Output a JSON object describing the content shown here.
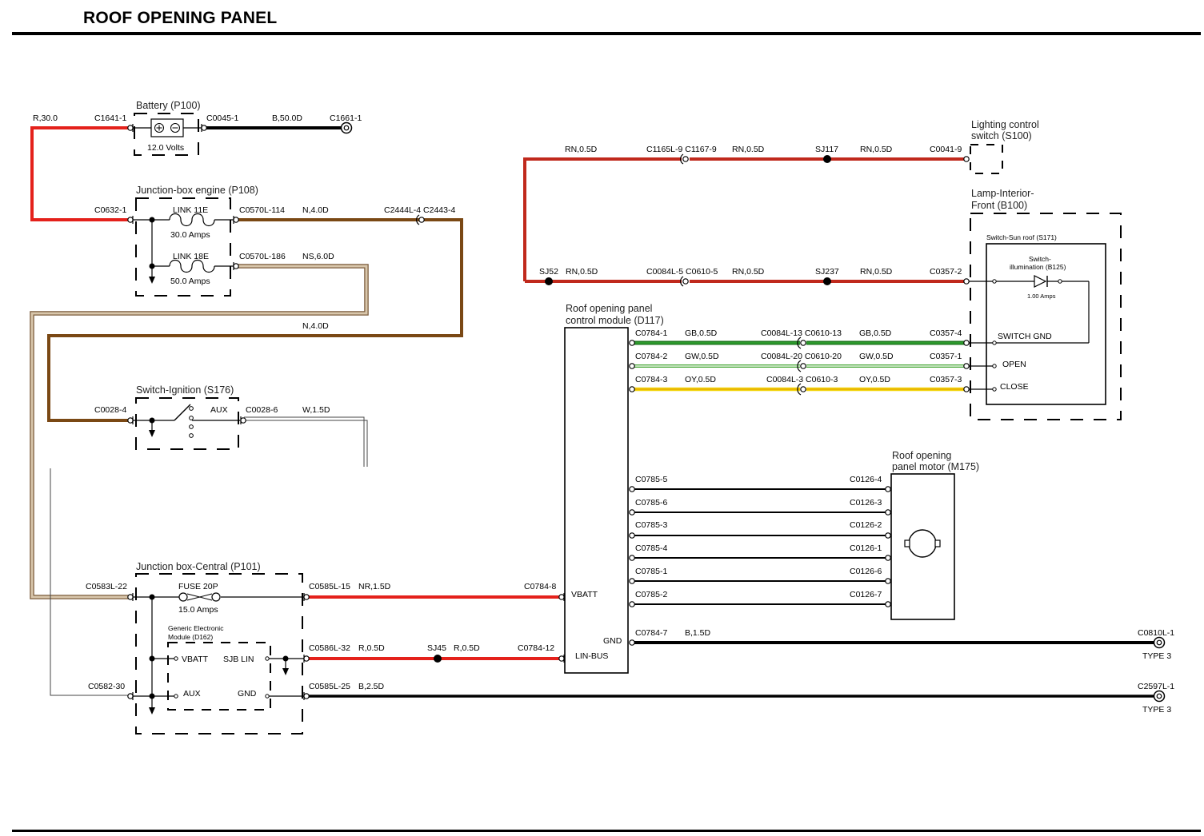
{
  "title": "ROOF OPENING PANEL",
  "components": {
    "battery": {
      "label": "Battery (P100)",
      "rating": "12.0 Volts"
    },
    "jb_engine": {
      "label": "Junction-box engine (P108)",
      "link1": "LINK 11E",
      "link1_rating": "30.0 Amps",
      "link2": "LINK 18E",
      "link2_rating": "50.0 Amps"
    },
    "ignition": {
      "label": "Switch-Ignition (S176)",
      "aux": "AUX"
    },
    "jb_central": {
      "label": "Junction box-Central (P101)",
      "fuse": "FUSE 20P",
      "fuse_rating": "15.0 Amps",
      "gem_line1": "Generic Electronic",
      "gem_line2": "Module (D162)",
      "vbatt": "VBATT",
      "sjb_lin": "SJB LIN",
      "aux": "AUX",
      "gnd": "GND"
    },
    "lighting_switch": {
      "line1": "Lighting control",
      "line2": "switch (S100)"
    },
    "lamp": {
      "line1": "Lamp-Interior-",
      "line2": "Front (B100)"
    },
    "sunroof_switch": {
      "label": "Switch-Sun roof (S171)",
      "illum_line1": "Switch-",
      "illum_line2": "illumination (B125)",
      "illum_rating": "1.00 Amps",
      "switch_gnd": "SWITCH GND",
      "open": "OPEN",
      "close": "CLOSE"
    },
    "control_module": {
      "line1": "Roof opening panel",
      "line2": "control module (D117)",
      "vbatt": "VBATT",
      "gnd": "GND",
      "linbus": "LIN-BUS"
    },
    "motor": {
      "line1": "Roof opening",
      "line2": "panel motor (M175)"
    }
  },
  "labels": {
    "r30": "R,30.0",
    "c1641_1": "C1641-1",
    "c0045_1": "C0045-1",
    "b50": "B,50.0D",
    "c1661_1": "C1661-1",
    "c0632_1": "C0632-1",
    "c0570l_114": "C0570L-114",
    "n4a": "N,4.0D",
    "c2444_2443": "C2444L-4 C2443-4",
    "c0570l_186": "C0570L-186",
    "ns6": "NS,6.0D",
    "n4b": "N,4.0D",
    "c0028_4": "C0028-4",
    "c0028_6": "C0028-6",
    "w15": "W,1.5D",
    "c0583l_22": "C0583L-22",
    "c0585l_15": "C0585L-15",
    "nr15": "NR,1.5D",
    "c0784_8": "C0784-8",
    "c0586l_32": "C0586L-32",
    "r05a": "R,0.5D",
    "sj45": "SJ45",
    "r05b": "R,0.5D",
    "c0784_12": "C0784-12",
    "c0582_30": "C0582-30",
    "c0585l_25": "C0585L-25",
    "b25": "B,2.5D",
    "rn_a": "RN,0.5D",
    "c1165_1167": "C1165L-9 C1167-9",
    "rn_b": "RN,0.5D",
    "sj117": "SJ117",
    "rn_c": "RN,0.5D",
    "c0041_9": "C0041-9",
    "sj52": "SJ52",
    "rn_d": "RN,0.5D",
    "c0084l5_0610_5": "C0084L-5 C0610-5",
    "rn_e": "RN,0.5D",
    "sj237": "SJ237",
    "rn_f": "RN,0.5D",
    "c0357_2": "C0357-2",
    "c0784_1": "C0784-1",
    "gb_a": "GB,0.5D",
    "c0084l13_0610_13": "C0084L-13 C0610-13",
    "gb_b": "GB,0.5D",
    "c0357_4": "C0357-4",
    "c0784_2": "C0784-2",
    "gw_a": "GW,0.5D",
    "c0084l20_0610_20": "C0084L-20 C0610-20",
    "gw_b": "GW,0.5D",
    "c0357_1": "C0357-1",
    "c0784_3": "C0784-3",
    "oy_a": "OY,0.5D",
    "c0084l3_0610_3": "C0084L-3 C0610-3",
    "oy_b": "OY,0.5D",
    "c0357_3": "C0357-3",
    "c0785_5": "C0785-5",
    "c0126_4": "C0126-4",
    "c0785_6": "C0785-6",
    "c0126_3": "C0126-3",
    "c0785_3": "C0785-3",
    "c0126_2": "C0126-2",
    "c0785_4": "C0785-4",
    "c0126_1": "C0126-1",
    "c0785_1": "C0785-1",
    "c0126_6": "C0126-6",
    "c0785_2": "C0785-2",
    "c0126_7": "C0126-7",
    "c0784_7": "C0784-7",
    "b15": "B,1.5D",
    "c0810l_1": "C0810L-1",
    "type3a": "TYPE 3",
    "c2597l_1": "C2597L-1",
    "type3b": "TYPE 3"
  },
  "colors": {
    "red": "#e4211b",
    "dark_red": "#c0291c",
    "brown": "#7a4814",
    "tan": "#cdb79a",
    "green_dark": "#1f7a1f",
    "green_light": "#63c64f",
    "yellow": "#f2d40c",
    "black": "#000000"
  }
}
